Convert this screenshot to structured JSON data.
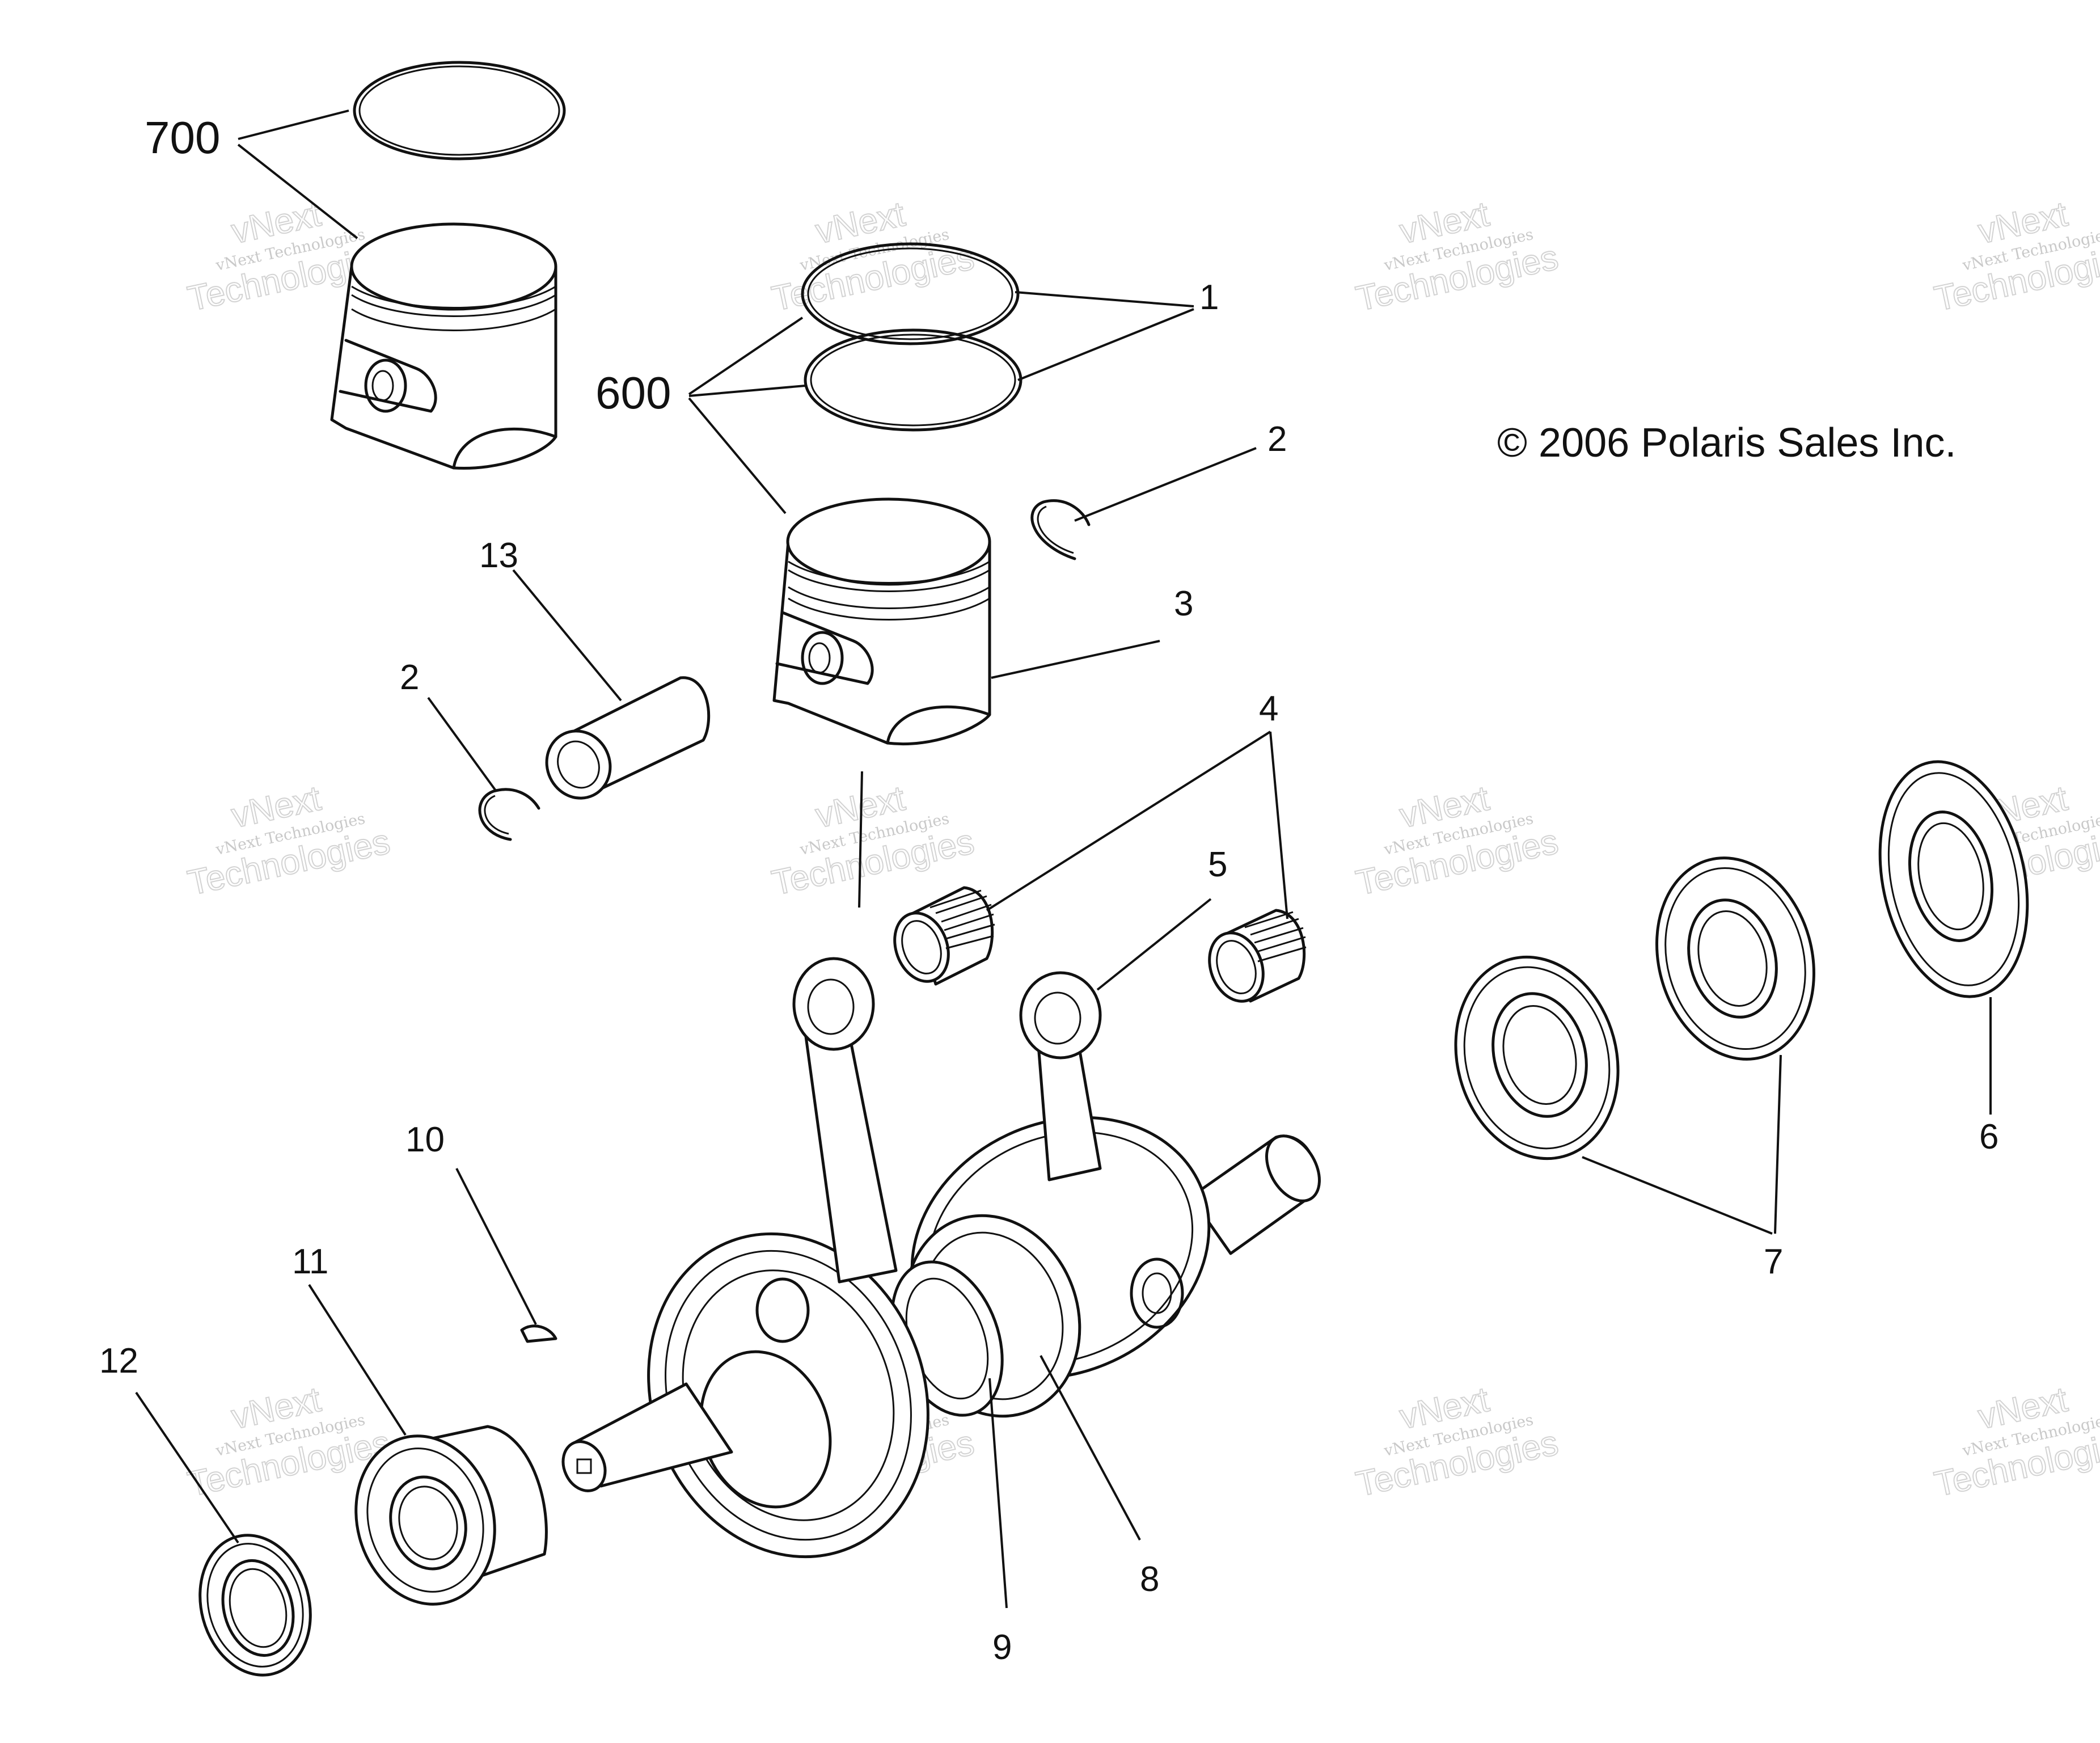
{
  "copyright": "© 2006 Polaris Sales Inc.",
  "watermark": {
    "line1": "vNext Technologies",
    "line2": "vNext",
    "line3": "Technologies"
  },
  "callouts": {
    "c700": "700",
    "c600": "600",
    "c1": "1",
    "c2a": "2",
    "c2b": "2",
    "c3": "3",
    "c4": "4",
    "c5": "5",
    "c6": "6",
    "c7": "7",
    "c8": "8",
    "c9": "9",
    "c10": "10",
    "c11": "11",
    "c12": "12",
    "c13": "13"
  }
}
